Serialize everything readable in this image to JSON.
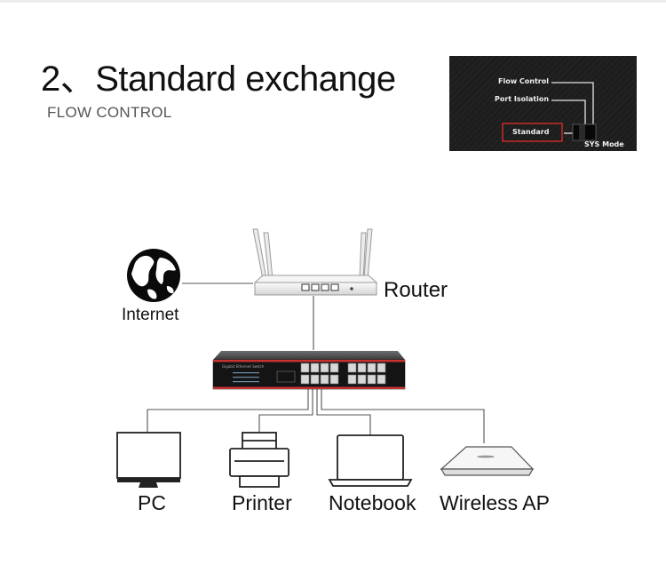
{
  "header": {
    "title": "2、Standard exchange",
    "subtitle": "FLOW CONTROL"
  },
  "mode_panel": {
    "options": [
      "Flow Control",
      "Port Isolation",
      "Standard"
    ],
    "selected": "Standard",
    "switch_label": "SYS Mode",
    "highlight_color": "#d42a2a"
  },
  "diagram": {
    "internet_label": "Internet",
    "router_label": "Router",
    "devices": [
      "PC",
      "Printer",
      "Notebook",
      "Wireless AP"
    ]
  }
}
